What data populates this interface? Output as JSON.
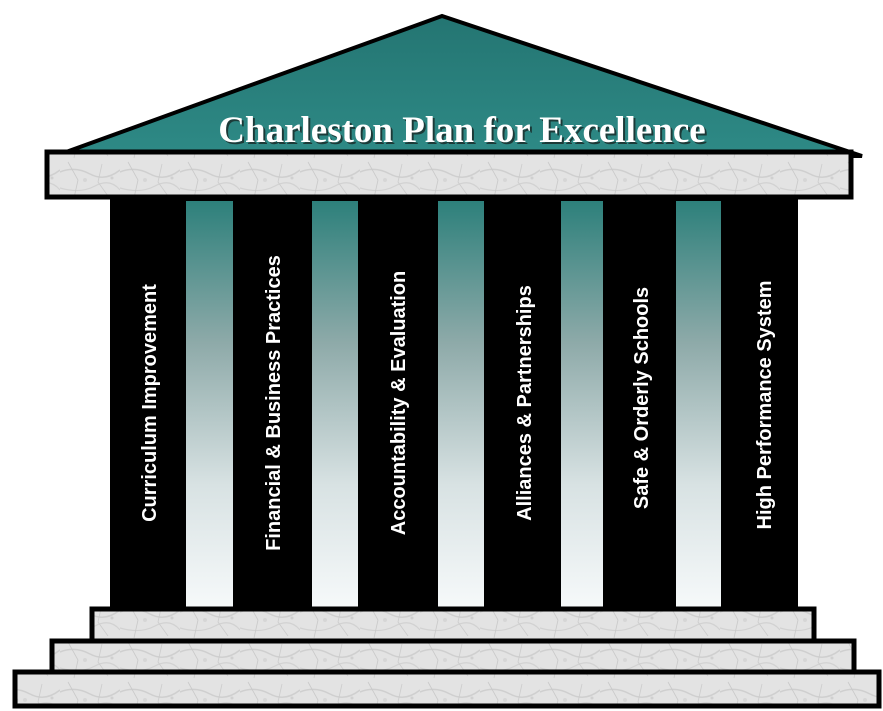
{
  "diagram": {
    "title": "Charleston Plan for Excellence",
    "pillars": [
      {
        "label": "Curriculum Improvement"
      },
      {
        "label": "Financial & Business Practices"
      },
      {
        "label": "Accountability & Evaluation"
      },
      {
        "label": "Alliances & Partnerships"
      },
      {
        "label": "Safe & Orderly Schools"
      },
      {
        "label": "High Performance System"
      }
    ],
    "colors": {
      "roof": "#2e8a86",
      "roof_dark": "#1f6663",
      "pillar_black": "#000000",
      "gradient_top": "#2d807b",
      "gradient_bottom": "#f6f9fa",
      "marble": "#e1e1e1",
      "outline": "#000000"
    }
  }
}
